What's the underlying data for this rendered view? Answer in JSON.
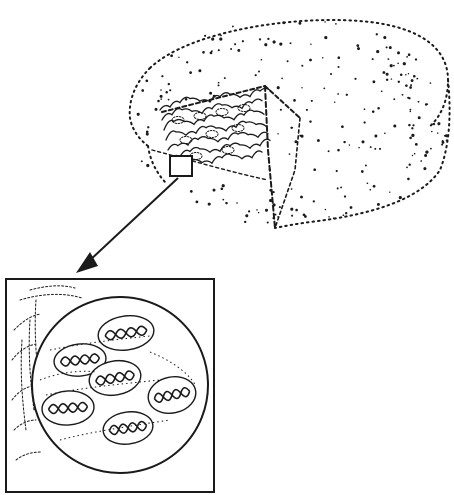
{
  "figure": {
    "ink_color": "#1a1a1a",
    "background_color": "#ffffff",
    "parts": [
      "cheese-wheel-with-cut-wedge",
      "magnified-cut-face-region",
      "enlargement-pointer-arrow",
      "magnified-inset-with-protein-strands"
    ]
  }
}
